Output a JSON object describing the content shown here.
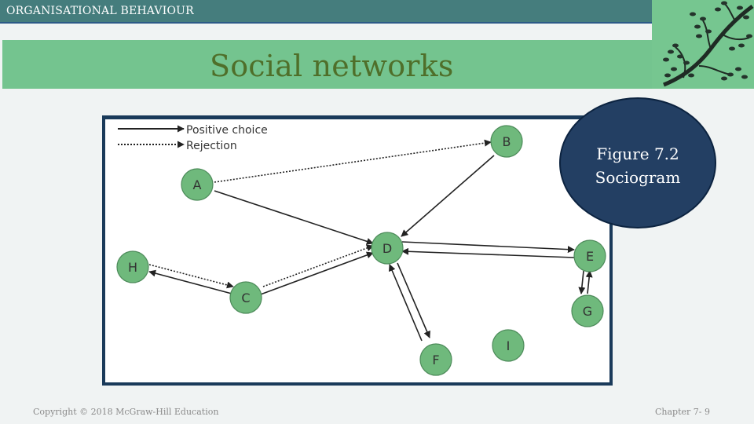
{
  "header": {
    "course_title": "ORGANISATIONAL BEHAVIOUR"
  },
  "slide": {
    "title": "Social networks"
  },
  "figure": {
    "legend": {
      "positive": "Positive choice",
      "rejection": "Rejection"
    },
    "nodes": {
      "A": "A",
      "B": "B",
      "C": "C",
      "D": "D",
      "E": "E",
      "F": "F",
      "G": "G",
      "H": "H",
      "I": "I"
    }
  },
  "badge": {
    "title": "Figure 7.2",
    "subtitle": "Sociogram"
  },
  "footer": {
    "copyright": "Copyright © 2018 McGraw-Hill Education",
    "page": "Chapter 7- 9"
  },
  "colors": {
    "header_bar": "#457d7d",
    "title_band": "#74c48f",
    "title_text": "#4f6f2a",
    "node_fill": "#6fb97c",
    "badge_fill": "#233f63"
  },
  "icons": {
    "corner_decoration": "tree-branch-icon"
  }
}
